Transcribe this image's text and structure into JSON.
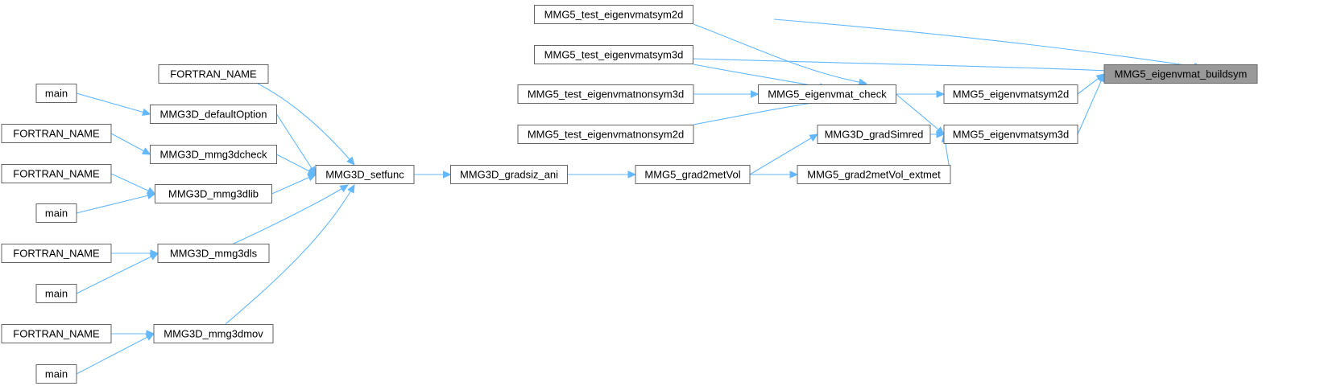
{
  "graph": {
    "colors": {
      "edge": "#63b8ff",
      "node_border": "#666666",
      "root_fill": "#999999",
      "node_fill": "#ffffff"
    },
    "nodes": [
      {
        "id": "buildsym",
        "label": "MMG5_eigenvmat_buildsym",
        "root": true
      },
      {
        "id": "test_sym2d",
        "label": "MMG5_test_eigenvmatsym2d"
      },
      {
        "id": "test_sym3d",
        "label": "MMG5_test_eigenvmatsym3d"
      },
      {
        "id": "test_nonsym3d",
        "label": "MMG5_test_eigenvmatnonsym3d"
      },
      {
        "id": "test_nonsym2d",
        "label": "MMG5_test_eigenvmatnonsym2d"
      },
      {
        "id": "check",
        "label": "MMG5_eigenvmat_check"
      },
      {
        "id": "sym2d",
        "label": "MMG5_eigenvmatsym2d"
      },
      {
        "id": "sym3d",
        "label": "MMG5_eigenvmatsym3d"
      },
      {
        "id": "gradsimred",
        "label": "MMG3D_gradSimred"
      },
      {
        "id": "grad2met_ext",
        "label": "MMG5_grad2metVol_extmet"
      },
      {
        "id": "grad2met",
        "label": "MMG5_grad2metVol"
      },
      {
        "id": "gradsiz",
        "label": "MMG3D_gradsiz_ani"
      },
      {
        "id": "setfunc",
        "label": "MMG3D_setfunc"
      },
      {
        "id": "fortran1",
        "label": "FORTRAN_NAME"
      },
      {
        "id": "defopt",
        "label": "MMG3D_defaultOption"
      },
      {
        "id": "main1",
        "label": "main"
      },
      {
        "id": "fortran2",
        "label": "FORTRAN_NAME"
      },
      {
        "id": "dcheck",
        "label": "MMG3D_mmg3dcheck"
      },
      {
        "id": "fortran3",
        "label": "FORTRAN_NAME"
      },
      {
        "id": "dlib",
        "label": "MMG3D_mmg3dlib"
      },
      {
        "id": "main2",
        "label": "main"
      },
      {
        "id": "fortran4",
        "label": "FORTRAN_NAME"
      },
      {
        "id": "dls",
        "label": "MMG3D_mmg3dls"
      },
      {
        "id": "main3",
        "label": "main"
      },
      {
        "id": "fortran5",
        "label": "FORTRAN_NAME"
      },
      {
        "id": "dmov",
        "label": "MMG3D_mmg3dmov"
      },
      {
        "id": "main4",
        "label": "main"
      }
    ],
    "edges": [
      {
        "from": "test_sym2d",
        "to": "buildsym"
      },
      {
        "from": "test_sym3d",
        "to": "buildsym"
      },
      {
        "from": "sym2d",
        "to": "buildsym"
      },
      {
        "from": "sym3d",
        "to": "buildsym"
      },
      {
        "from": "test_sym2d",
        "to": "check"
      },
      {
        "from": "test_sym3d",
        "to": "check"
      },
      {
        "from": "test_nonsym3d",
        "to": "check"
      },
      {
        "from": "test_nonsym2d",
        "to": "check"
      },
      {
        "from": "check",
        "to": "sym2d"
      },
      {
        "from": "check",
        "to": "sym3d"
      },
      {
        "from": "gradsimred",
        "to": "sym3d"
      },
      {
        "from": "grad2met_ext",
        "to": "sym3d"
      },
      {
        "from": "grad2met",
        "to": "gradsimred"
      },
      {
        "from": "grad2met",
        "to": "grad2met_ext"
      },
      {
        "from": "gradsiz",
        "to": "grad2met"
      },
      {
        "from": "setfunc",
        "to": "gradsiz"
      },
      {
        "from": "fortran1",
        "to": "setfunc"
      },
      {
        "from": "defopt",
        "to": "setfunc"
      },
      {
        "from": "dcheck",
        "to": "setfunc"
      },
      {
        "from": "dlib",
        "to": "setfunc"
      },
      {
        "from": "dls",
        "to": "setfunc"
      },
      {
        "from": "dmov",
        "to": "setfunc"
      },
      {
        "from": "main1",
        "to": "defopt"
      },
      {
        "from": "fortran2",
        "to": "dcheck"
      },
      {
        "from": "fortran3",
        "to": "dlib"
      },
      {
        "from": "main2",
        "to": "dlib"
      },
      {
        "from": "fortran4",
        "to": "dls"
      },
      {
        "from": "main3",
        "to": "dls"
      },
      {
        "from": "fortran5",
        "to": "dmov"
      },
      {
        "from": "main4",
        "to": "dmov"
      }
    ]
  }
}
